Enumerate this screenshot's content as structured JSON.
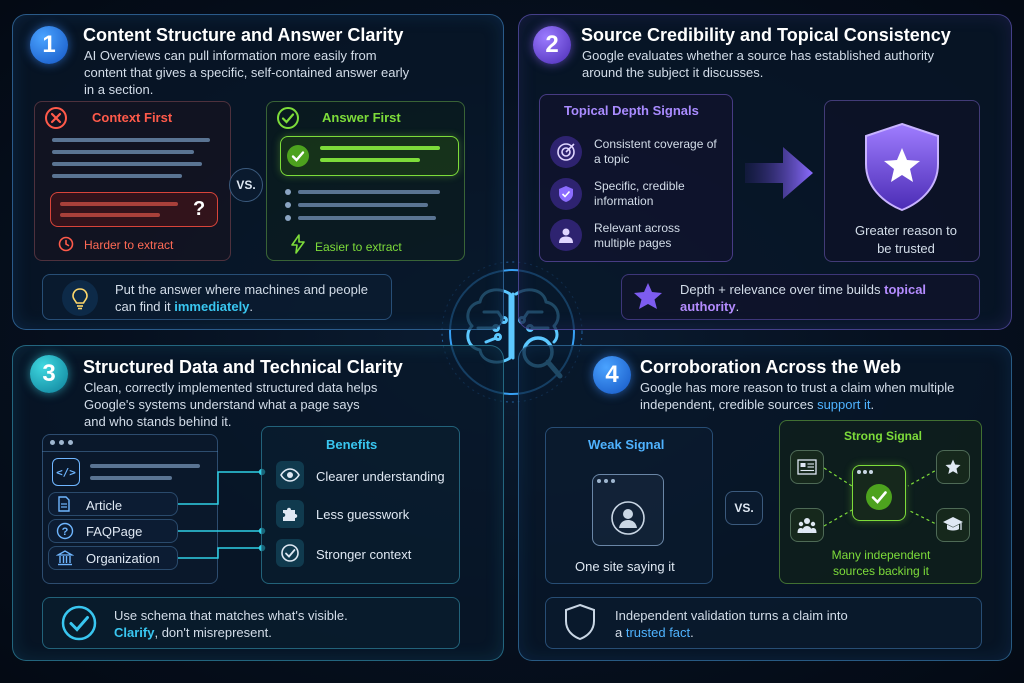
{
  "section1": {
    "number": "1",
    "title": "Content Structure and Answer Clarity",
    "description": "AI Overviews can pull information more easily from content that gives a specific, self-contained answer early in a section.",
    "left_card": {
      "label": "Context First",
      "footer": "Harder to extract",
      "marker": "?"
    },
    "vs": "VS.",
    "right_card": {
      "label": "Answer First",
      "footer": "Easier to extract"
    },
    "tip_text": "Put the answer where machines and people can find it ",
    "tip_highlight": "immediately",
    "tip_end": "."
  },
  "section2": {
    "number": "2",
    "title": "Source Credibility and Topical Consistency",
    "description": "Google evaluates whether a source has established authority around the subject it discusses.",
    "signals_title": "Topical Depth Signals",
    "signals": [
      {
        "icon": "target-icon",
        "text": "Consistent coverage of a topic"
      },
      {
        "icon": "shield-check-icon",
        "text": "Specific, credible information"
      },
      {
        "icon": "user-icon",
        "text": "Relevant across multiple pages"
      }
    ],
    "result": "Greater reason to be trusted",
    "tip_text": "Depth + relevance over time builds ",
    "tip_highlight": "topical authority",
    "tip_end": "."
  },
  "section3": {
    "number": "3",
    "title": "Structured Data and Technical Clarity",
    "description": "Clean, correctly implemented structured data helps Google's systems understand what a page says and who stands behind it.",
    "schema_types": [
      "Article",
      "FAQPage",
      "Organization"
    ],
    "benefits_title": "Benefits",
    "benefits": [
      "Clearer understanding",
      "Less guesswork",
      "Stronger context"
    ],
    "tip_line1": "Use schema that matches what's visible.",
    "tip_highlight": "Clarify",
    "tip_end": ", don't misrepresent."
  },
  "section4": {
    "number": "4",
    "title": "Corroboration Across the Web",
    "description_start": "Google has more reason to trust a claim when multiple independent, credible sources ",
    "description_highlight": "support it",
    "description_end": ".",
    "weak_title": "Weak Signal",
    "weak_caption": "One site saying it",
    "vs": "VS.",
    "strong_title": "Strong Signal",
    "strong_caption": "Many independent sources backing it",
    "tip_text": "Independent validation turns a claim into a ",
    "tip_highlight": "trusted fact",
    "tip_end": "."
  },
  "colors": {
    "blue": "#4aa3ff",
    "purple": "#8b6cff",
    "cyan": "#39c6f0",
    "green": "#7ddc3a",
    "red": "#ff5a4a"
  }
}
